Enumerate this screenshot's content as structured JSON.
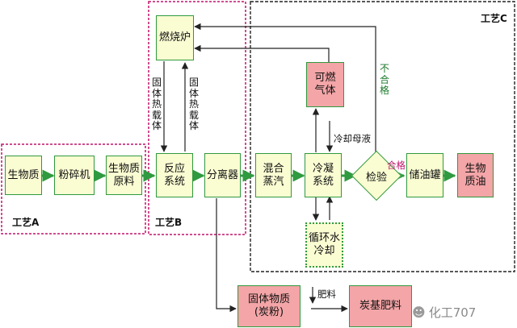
{
  "sections": {
    "a": "工艺A",
    "b": "工艺B",
    "c": "工艺C"
  },
  "nodes": {
    "biomass": "生物质",
    "crusher": "粉碎机",
    "raw_material": "生物质\n原料",
    "furnace": "燃烧炉",
    "reaction_system": "反应\n系统",
    "separator": "分离器",
    "mixed_vapor": "混合\n蒸汽",
    "condensing_system": "冷凝\n系统",
    "combustible_gas": "可燃\n气体",
    "circulating_water": "循环水\n冷却",
    "inspection": "检验",
    "storage_tank": "储油罐",
    "bio_oil": "生物\n质油",
    "solid_material": "固体物质\n(炭粉)",
    "carbon_fertilizer": "炭基肥料"
  },
  "edge_labels": {
    "solid_heat_carrier_down": "固体热载体",
    "solid_heat_carrier_up": "固体热载体",
    "cooling_mother_liquor": "冷却母液",
    "unqualified": "不合格",
    "qualified": "合格",
    "fertilizer": "肥料"
  },
  "watermark": "化工707",
  "colors": {
    "box_fill": "#fafcd2",
    "box_border": "#2f9a3f",
    "product_fill": "#f3a5a7",
    "section_ab_border": "#c0146c",
    "section_c_border": "#222222",
    "arrow_green": "#2f9a3f"
  }
}
